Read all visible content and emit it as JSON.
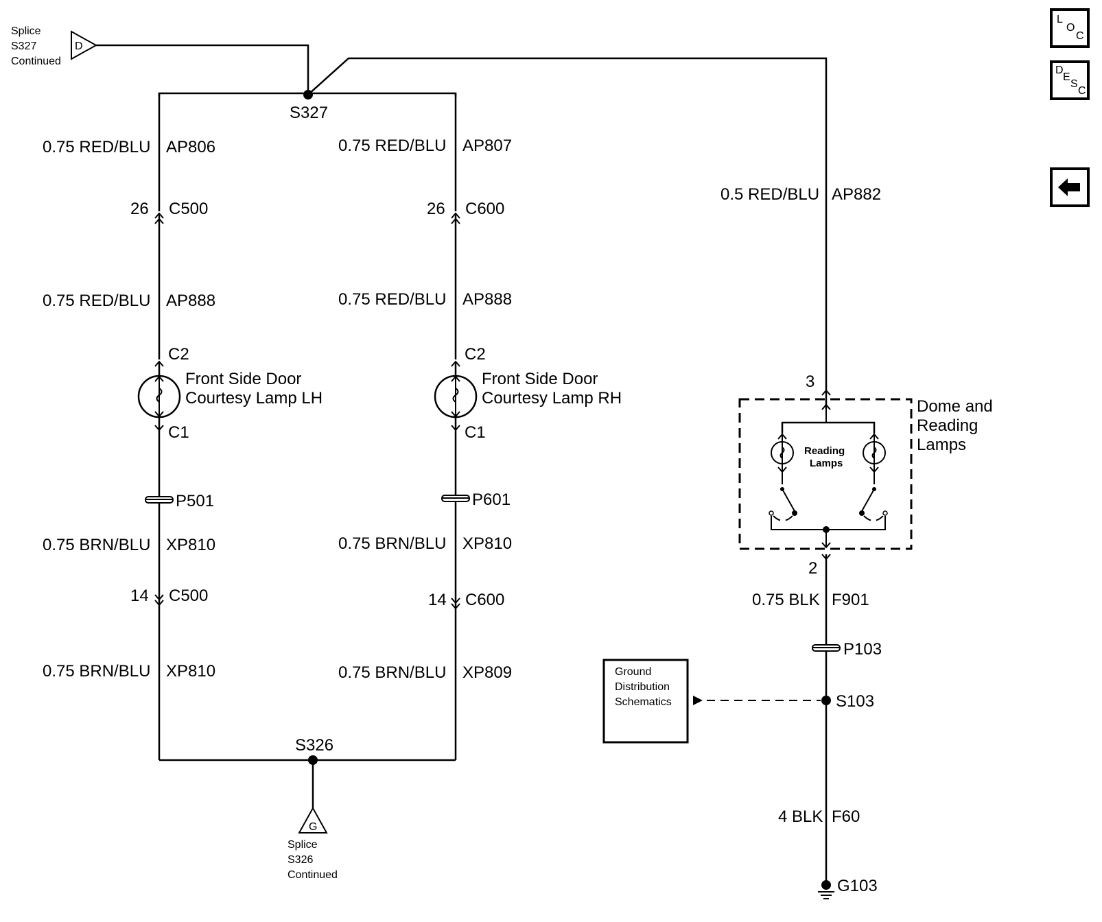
{
  "nav": {
    "loc": {
      "l": "L",
      "o": "O",
      "c": "C"
    },
    "desc": {
      "d": "D",
      "e": "E",
      "s": "S",
      "c": "C"
    },
    "back_icon": "left-arrow-icon"
  },
  "offpage": {
    "top": {
      "letter": "D",
      "line1": "Splice",
      "line2": "S327",
      "line3": "Continued"
    },
    "bottom": {
      "letter": "G",
      "line1": "Splice",
      "line2": "S326",
      "line3": "Continued"
    }
  },
  "splices": {
    "s327": "S327",
    "s326": "S326",
    "s103": "S103"
  },
  "left": {
    "top_wire": {
      "gauge": "0.75 RED/BLU",
      "circuit": "AP806"
    },
    "top_conn": {
      "pin": "26",
      "name": "C500"
    },
    "mid_wire": {
      "gauge": "0.75 RED/BLU",
      "circuit": "AP888"
    },
    "lamp": {
      "top_pin": "C2",
      "bottom_pin": "C1",
      "name1": "Front Side Door",
      "name2": "Courtesy Lamp LH"
    },
    "pass": "P501",
    "wire3": {
      "gauge": "0.75 BRN/BLU",
      "circuit": "XP810"
    },
    "bot_conn": {
      "pin": "14",
      "name": "C500"
    },
    "wire4": {
      "gauge": "0.75 BRN/BLU",
      "circuit": "XP810"
    }
  },
  "middle": {
    "top_wire": {
      "gauge": "0.75 RED/BLU",
      "circuit": "AP807"
    },
    "top_conn": {
      "pin": "26",
      "name": "C600"
    },
    "mid_wire": {
      "gauge": "0.75 RED/BLU",
      "circuit": "AP888"
    },
    "lamp": {
      "top_pin": "C2",
      "bottom_pin": "C1",
      "name1": "Front Side Door",
      "name2": "Courtesy Lamp RH"
    },
    "pass": "P601",
    "wire3": {
      "gauge": "0.75 BRN/BLU",
      "circuit": "XP810"
    },
    "bot_conn": {
      "pin": "14",
      "name": "C600"
    },
    "wire4": {
      "gauge": "0.75 BRN/BLU",
      "circuit": "XP809"
    }
  },
  "right": {
    "top_wire": {
      "gauge": "0.5 RED/BLU",
      "circuit": "AP882"
    },
    "top_pin": "3",
    "module": {
      "name1": "Dome and",
      "name2": "Reading",
      "name3": "Lamps",
      "inner1": "Reading",
      "inner2": "Lamps"
    },
    "bottom_pin": "2",
    "wire2": {
      "gauge": "0.75 BLK",
      "circuit": "F901"
    },
    "pass": "P103",
    "wire3": {
      "gauge": "4 BLK",
      "circuit": "F60"
    },
    "ground": "G103"
  },
  "ground_ref": {
    "line1": "Ground",
    "line2": "Distribution",
    "line3": "Schematics"
  }
}
